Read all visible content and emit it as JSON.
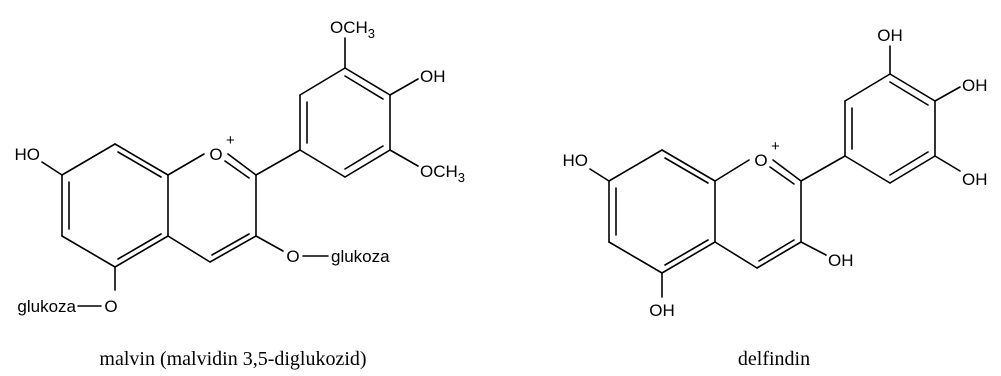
{
  "colors": {
    "ink": "#000000",
    "background": "#ffffff"
  },
  "molecules": {
    "malvin": {
      "caption": "malvin (malvidin 3,5-diglukozid)",
      "labels": {
        "ho_left": "HO",
        "ring_oxygen": "O",
        "charge": "+",
        "och3_top": "OCH",
        "och3_top_sub": "3",
        "oh_right": "OH",
        "och3_bottom": "OCH",
        "och3_bottom_sub": "3",
        "o_glukoza_3": "O",
        "glukoza_3": "glukoza",
        "glukoza_5": "glukoza",
        "o_glukoza_5": "O"
      }
    },
    "delfinidin": {
      "caption": "delfindin",
      "labels": {
        "ho_left": "HO",
        "ring_oxygen": "O",
        "charge": "+",
        "oh_top": "OH",
        "oh_right": "OH",
        "oh_bottom_right": "OH",
        "oh_c3": "OH",
        "oh_c5": "OH"
      }
    }
  }
}
